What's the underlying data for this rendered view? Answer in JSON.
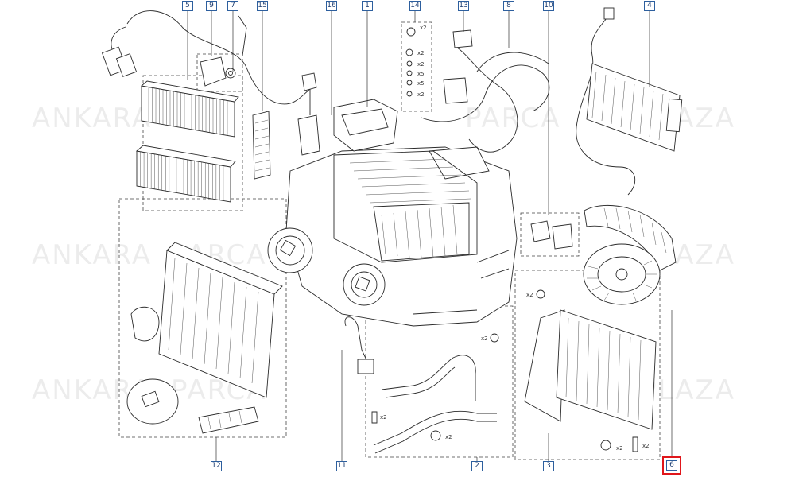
{
  "watermark": {
    "words": [
      "ANKARA",
      "PARCA",
      "PLAZA"
    ],
    "rows": [
      {
        "segments": [
          "ANKARA",
          "PARCA",
          "PLAZA"
        ]
      },
      {
        "segments": [
          "ANKARA",
          "PARCA",
          "PLAZA"
        ]
      },
      {
        "segments": [
          "ANKARA",
          "PARCA",
          "PLAZA"
        ]
      }
    ]
  },
  "callouts": [
    {
      "id": "5",
      "label": "5"
    },
    {
      "id": "9",
      "label": "9"
    },
    {
      "id": "7",
      "label": "7"
    },
    {
      "id": "15",
      "label": "15"
    },
    {
      "id": "16",
      "label": "16"
    },
    {
      "id": "1",
      "label": "1"
    },
    {
      "id": "14",
      "label": "14"
    },
    {
      "id": "13",
      "label": "13"
    },
    {
      "id": "8",
      "label": "8"
    },
    {
      "id": "10",
      "label": "10"
    },
    {
      "id": "4",
      "label": "4"
    },
    {
      "id": "12",
      "label": "12"
    },
    {
      "id": "11",
      "label": "11"
    },
    {
      "id": "2",
      "label": "2"
    },
    {
      "id": "3",
      "label": "3"
    },
    {
      "id": "6",
      "label": "6"
    }
  ],
  "selected_callout": "6",
  "selected_color": "#e0161b",
  "quantities": {
    "fastener_kit": [
      "x2",
      "x2",
      "x2",
      "x5",
      "x5",
      "x2"
    ],
    "blower_ring": "x2",
    "heater_clip": "x2",
    "hose_screw": "x2",
    "hose_clamp": "x2",
    "core_clamp": "x2",
    "core_screw": "x2"
  }
}
